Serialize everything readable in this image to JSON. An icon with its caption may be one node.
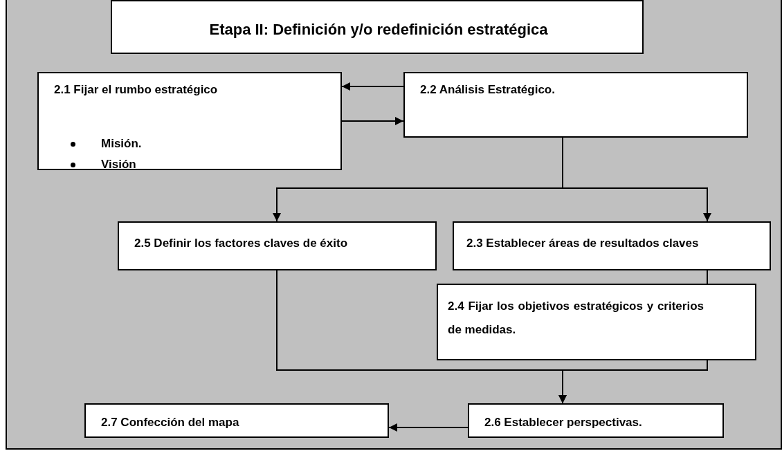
{
  "diagram": {
    "nodes": [
      {
        "text": [
          "Etapa II: Definición y/o redefinición estratégica"
        ]
      },
      {
        "text": [
          "2.1 Fijar el rumbo estratégico",
          "Misión.",
          "Visión"
        ]
      },
      {
        "text": [
          "2.2 Análisis Estratégico."
        ]
      },
      {
        "text": [
          "2.5 Definir los factores claves de éxito"
        ]
      },
      {
        "text": [
          "2.3 Establecer áreas de resultados claves"
        ]
      },
      {
        "text": [
          "2.4  Fijar los objetivos estratégicos y criterios de medidas."
        ]
      },
      {
        "text": [
          "2.6 Establecer perspectivas."
        ]
      },
      {
        "text": [
          "2.7 Confección del mapa"
        ]
      }
    ],
    "edges": [
      {
        "from": 2,
        "to": 1,
        "arrow": "to"
      },
      {
        "from": 1,
        "to": 2,
        "arrow": "to"
      },
      {
        "from": 2,
        "to": 3,
        "arrow": "to"
      },
      {
        "from": 2,
        "to": 4,
        "arrow": "to"
      },
      {
        "from": 4,
        "to": 5,
        "arrow": "none"
      },
      {
        "from": 3,
        "to": 6,
        "arrow": "to"
      },
      {
        "from": 5,
        "to": 6,
        "arrow": "to"
      },
      {
        "from": 6,
        "to": 7,
        "arrow": "to"
      }
    ]
  }
}
